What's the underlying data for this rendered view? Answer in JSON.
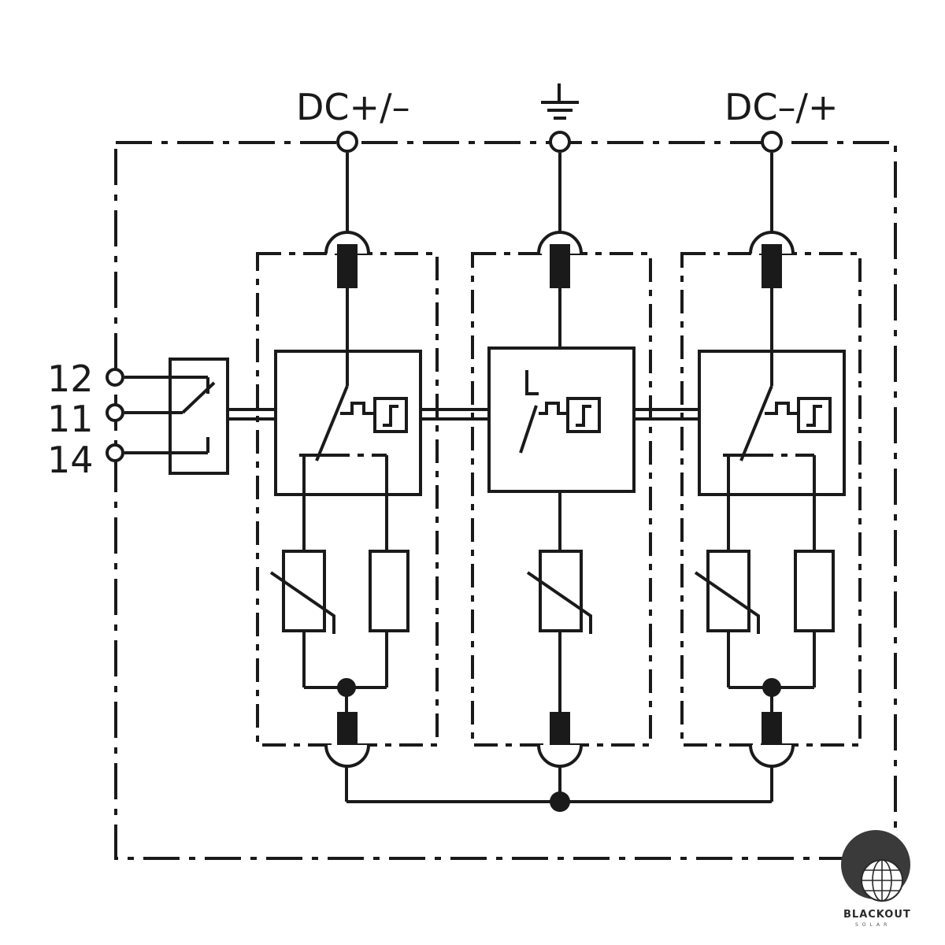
{
  "terminals": {
    "top_left": "DC+/–",
    "top_right": "DC–/+",
    "ground_symbol": "earth-ground-icon"
  },
  "remote_contacts": [
    "12",
    "11",
    "14"
  ],
  "watermark": {
    "brand": "BLACKOUT",
    "sub": "SOLAR"
  }
}
